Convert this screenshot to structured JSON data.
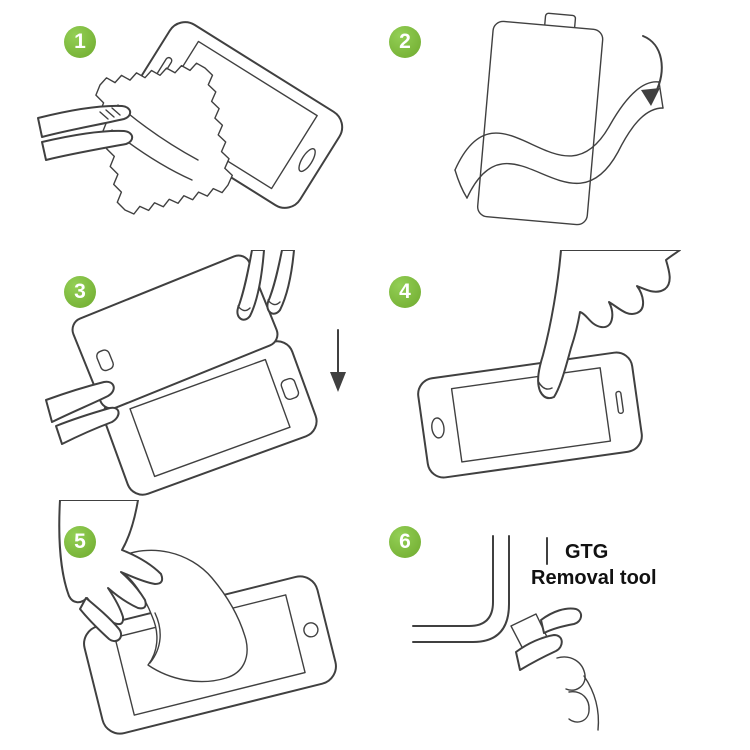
{
  "background": "#ffffff",
  "colors": {
    "badge_green": "#7bbd3c",
    "line_art": "#404040",
    "label_text": "#111111"
  },
  "steps": [
    {
      "number": "1",
      "alt": "wipe-screen-with-cloth"
    },
    {
      "number": "2",
      "alt": "peel-backing-film"
    },
    {
      "number": "3",
      "alt": "align-protector-over-screen"
    },
    {
      "number": "4",
      "alt": "press-screen-center"
    },
    {
      "number": "5",
      "alt": "smooth-protector-onto-screen"
    },
    {
      "number": "6",
      "alt": "lift-edge-with-removal-tool",
      "label_line1": "GTG",
      "label_line2": "Removal tool"
    }
  ]
}
